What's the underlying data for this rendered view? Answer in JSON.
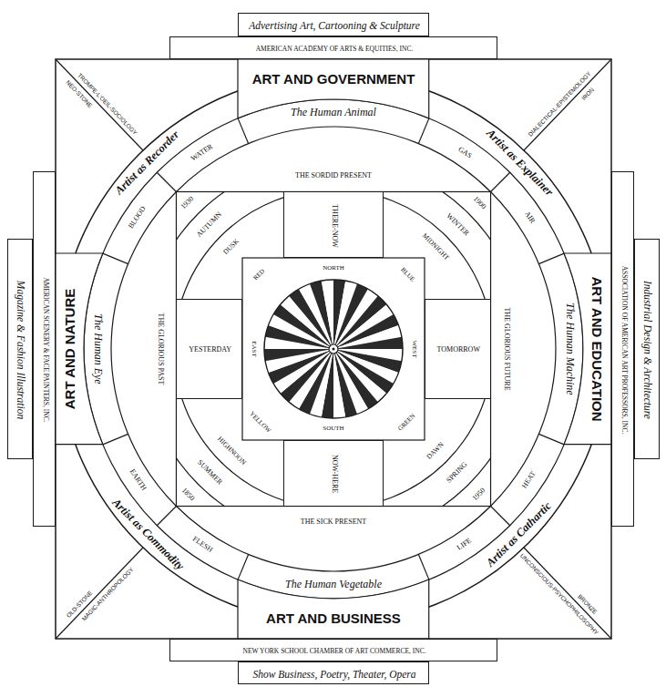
{
  "diagram": {
    "nodes": [
      {
        "text": [
          "Advertising Art, Cartooning & Sculpture"
        ]
      },
      {
        "text": [
          "AMERICAN ACADEMY OF ARTS & EQUITIES, INC."
        ]
      },
      {
        "text": [
          "ART AND GOVERNMENT"
        ]
      },
      {
        "text": [
          "Magazine & Fashion Illustration"
        ]
      },
      {
        "text": [
          "AMERICAN SCENERY & FACE PAINTERS, INC."
        ]
      },
      {
        "text": [
          "ART AND NATURE"
        ]
      },
      {
        "text": [
          "ART AND EDUCATION"
        ]
      },
      {
        "text": [
          "ASSOCIATION OF AMERICAN ART PROFESSORS, INC."
        ]
      },
      {
        "text": [
          "Industrial Design & Architecture"
        ]
      },
      {
        "text": [
          "THERE-NOW"
        ]
      },
      {
        "text": [
          "YESTERDAY"
        ]
      },
      {
        "text": [
          "TOMORROW"
        ]
      },
      {
        "text": [
          "NOW-HERE"
        ]
      },
      {
        "text": [
          "ART AND BUSINESS"
        ]
      },
      {
        "text": [
          "NEW YORK SCHOOL CHAMBER OF ART COMMERCE, INC."
        ]
      },
      {
        "text": [
          "Show Business, Poetry, Theater, Opera"
        ]
      }
    ],
    "labels": [
      "TROMPE-L'OEIL-SOCIOLOGY",
      "NEO-STONE",
      "DIALECTICAL-EPISTEMOLOGY",
      "IRON",
      "Artist as Recorder",
      "Artist as Explainer",
      "The Human Animal",
      "WATER",
      "GAS",
      "BLOOD",
      "AIR",
      "THE SORDID PRESENT",
      "1930",
      "1900",
      "AUTUMN",
      "WINTER",
      "DUSK",
      "MIDNIGHT",
      "RED",
      "NORTH",
      "BLUE",
      "The Human Eye",
      "THE GLORIOUS PAST",
      "EAST",
      "WEST",
      "THE GLORIOUS FUTURE",
      "The Human Machine",
      "YELLOW",
      "SOUTH",
      "GREEN",
      "HIGHNOON",
      "DAWN",
      "SUMMER",
      "SPRING",
      "1850",
      "1950",
      "EARTH",
      "HEAT",
      "THE SICK PRESENT",
      "FLESH",
      "LIFE",
      "The Human Vegetable",
      "Artist as Commodity",
      "Artist as Cathartic",
      "MAGIC-ANTHROPOLOGY",
      "OLD-STONE",
      "UNCONSCIOUS-PSYCHOPHILOSOPHY",
      "BRONZE"
    ]
  }
}
